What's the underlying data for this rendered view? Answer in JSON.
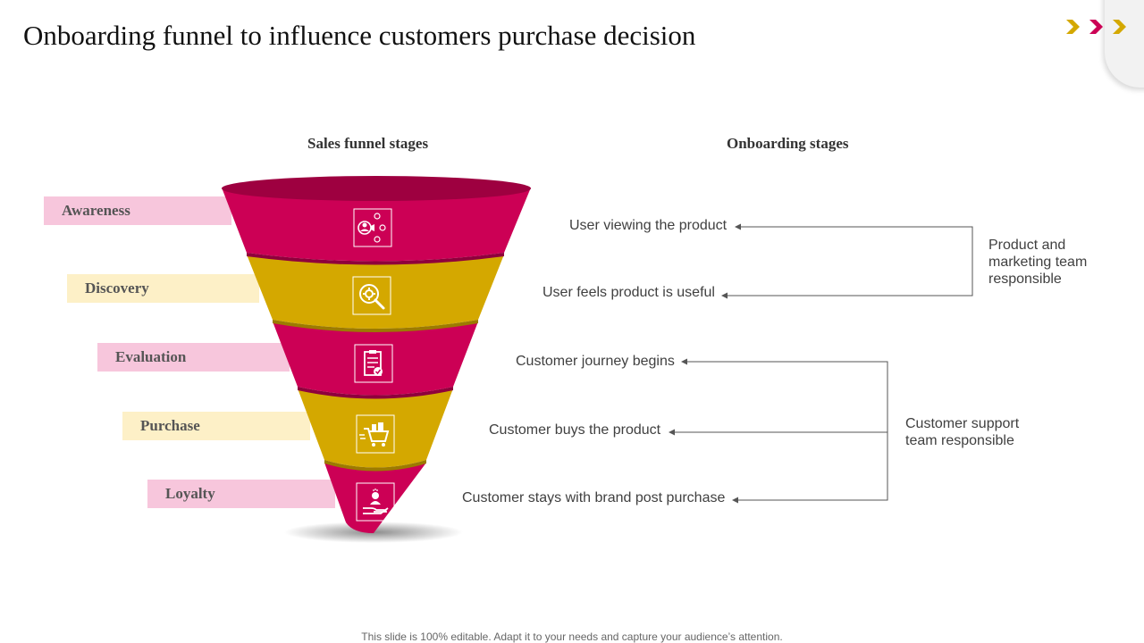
{
  "title": "Onboarding funnel to influence customers purchase decision",
  "headers": {
    "sales": "Sales funnel stages",
    "onboarding": "Onboarding stages"
  },
  "stages": [
    {
      "label": "Awareness",
      "icon": "users-network-icon",
      "color": "#cc0055"
    },
    {
      "label": "Discovery",
      "icon": "search-gear-icon",
      "color": "#d4a800"
    },
    {
      "label": "Evaluation",
      "icon": "clipboard-check-icon",
      "color": "#cc0055"
    },
    {
      "label": "Purchase",
      "icon": "shopping-cart-icon",
      "color": "#d4a800"
    },
    {
      "label": "Loyalty",
      "icon": "hand-user-icon",
      "color": "#cc0055"
    }
  ],
  "onboarding": [
    "User viewing the product",
    "User feels product is useful",
    "Customer journey begins",
    "Customer buys the product",
    "Customer stays with brand post purchase"
  ],
  "teams": [
    "Product and marketing team responsible",
    "Customer support team responsible"
  ],
  "colors": {
    "magenta": "#cc0055",
    "gold": "#d4a800",
    "pink_label": "#f7c6dc",
    "yellow_label": "#fdf0c7"
  },
  "footer": "This slide is 100% editable. Adapt it to your needs and capture your audience’s attention."
}
